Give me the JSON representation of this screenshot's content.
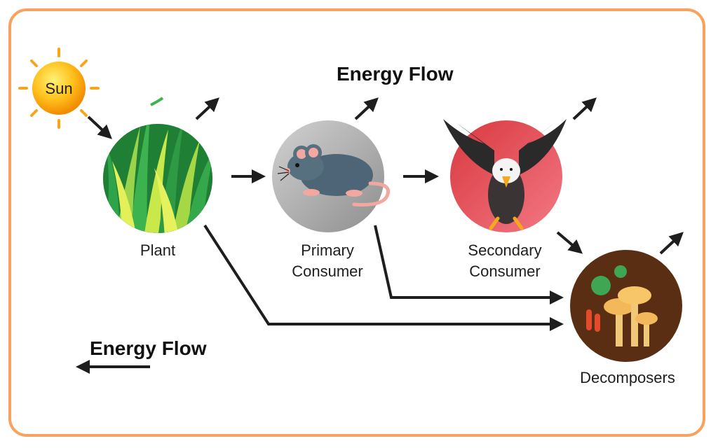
{
  "labels": {
    "sun": "Sun",
    "plant": "Plant",
    "primary_line1": "Primary",
    "primary_line2": "Consumer",
    "secondary_line1": "Secondary",
    "secondary_line2": "Consumer",
    "decomposers": "Decomposers"
  },
  "titles": {
    "top": "Energy Flow",
    "bottom": "Energy Flow"
  },
  "colors": {
    "frame": "#f7a25e",
    "arrow": "#1e1e1e",
    "plant_bg": "#1e8a3a",
    "primary_bg": "#a9a9a9",
    "secondary_bg": "#e8535a",
    "decomposer_bg": "#5a2e12",
    "sun": "#ffb21e"
  },
  "icons": [
    "sun-icon",
    "grass-icon",
    "mouse-icon",
    "eagle-icon",
    "mushroom-icon"
  ]
}
